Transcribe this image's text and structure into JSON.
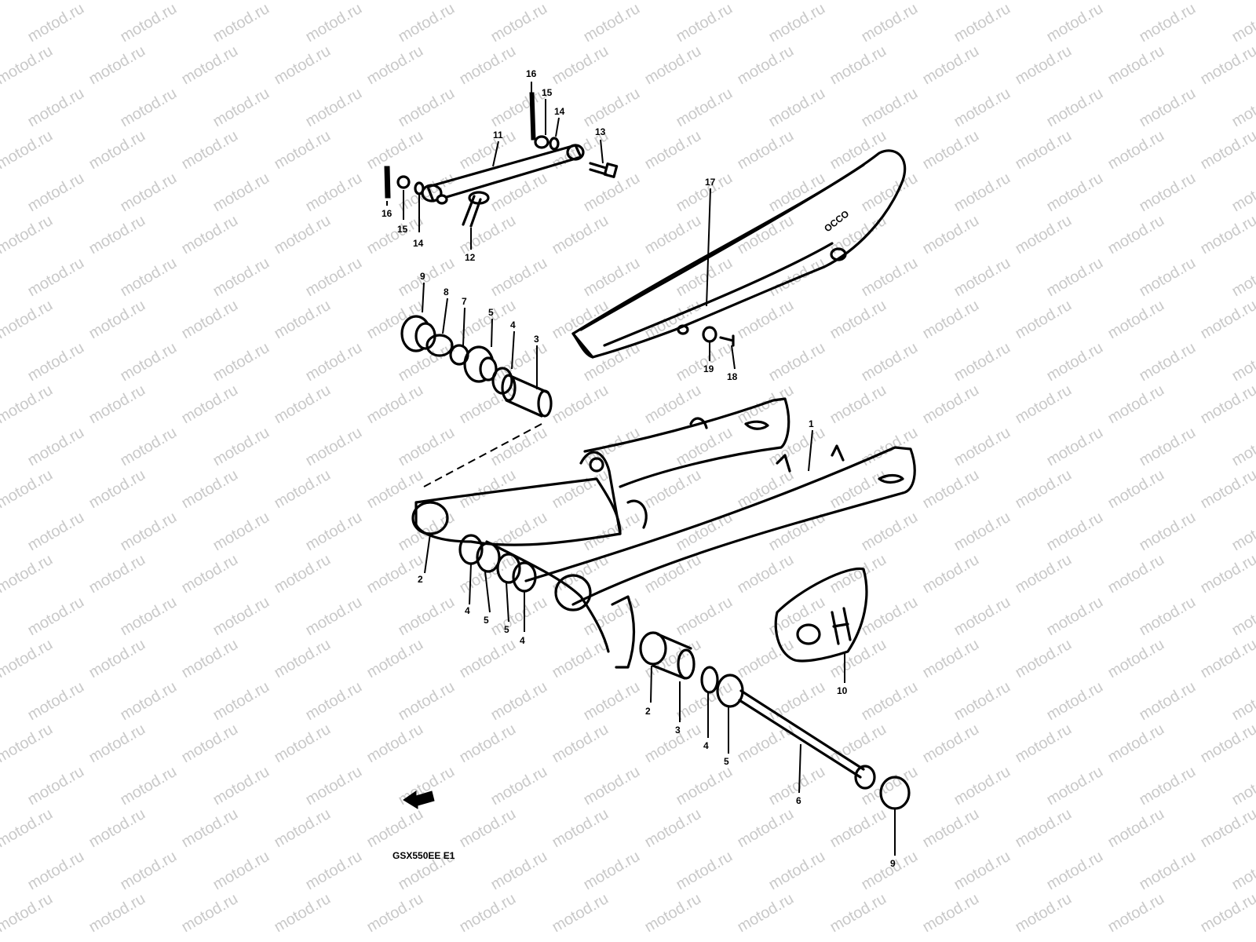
{
  "watermark": {
    "text": "motod.ru"
  },
  "model_code": "GSX550EE E1",
  "cover_marking": "OCCO",
  "callouts": {
    "c1": "1",
    "c2a": "2",
    "c2b": "2",
    "c3a": "3",
    "c3b": "3",
    "c4a": "4",
    "c4b": "4",
    "c4c": "4",
    "c4d": "4",
    "c5a": "5",
    "c5b": "5",
    "c5c": "5",
    "c5d": "5",
    "c6": "6",
    "c7": "7",
    "c8": "8",
    "c9a": "9",
    "c9b": "9",
    "c10": "10",
    "c11": "11",
    "c12": "12",
    "c13": "13",
    "c14a": "14",
    "c14b": "14",
    "c15a": "15",
    "c15b": "15",
    "c16a": "16",
    "c16b": "16",
    "c17": "17",
    "c18": "18",
    "c19": "19"
  }
}
